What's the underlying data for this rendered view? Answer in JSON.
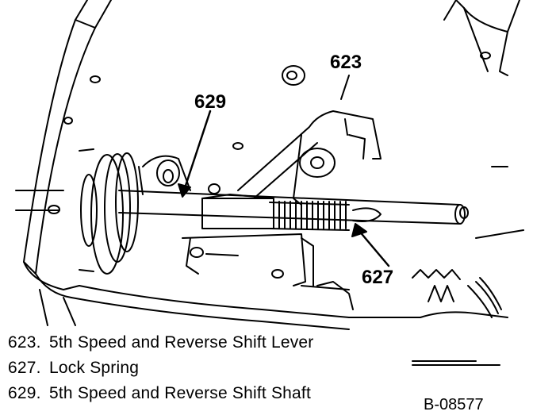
{
  "callouts": {
    "c623": "623",
    "c629": "629",
    "c627": "627"
  },
  "legend": [
    {
      "number": "623.",
      "text": "5th Speed and Reverse Shift Lever"
    },
    {
      "number": "627.",
      "text": "Lock Spring"
    },
    {
      "number": "629.",
      "text": "5th Speed and Reverse Shift Shaft"
    }
  ],
  "figure_code": "B-08577"
}
